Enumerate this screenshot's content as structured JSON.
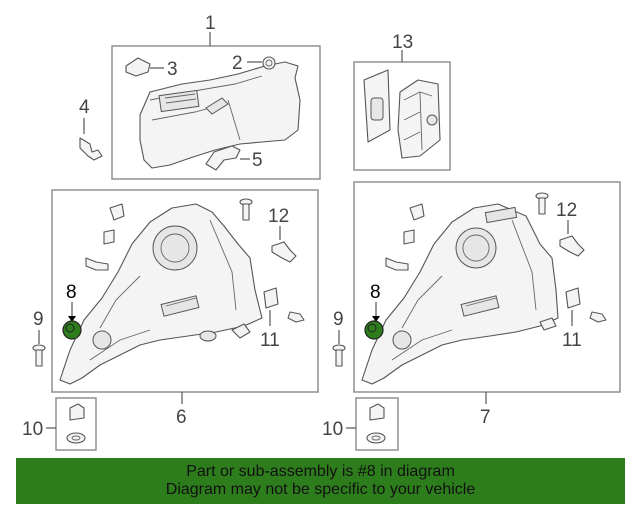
{
  "diagram": {
    "callouts": {
      "c1": "1",
      "c2": "2",
      "c3": "3",
      "c4": "4",
      "c5": "5",
      "c6": "6",
      "c7": "7",
      "c8a": "8",
      "c8b": "8",
      "c9a": "9",
      "c9b": "9",
      "c10a": "10",
      "c10b": "10",
      "c11a": "11",
      "c11b": "11",
      "c12a": "12",
      "c12b": "12",
      "c13": "13"
    },
    "highlight_color": "#2e7d1d"
  },
  "banner": {
    "line1": "Part or sub-assembly is #8 in diagram",
    "line2": "Diagram may not be specific to your vehicle",
    "background": "#2e7d1d"
  }
}
